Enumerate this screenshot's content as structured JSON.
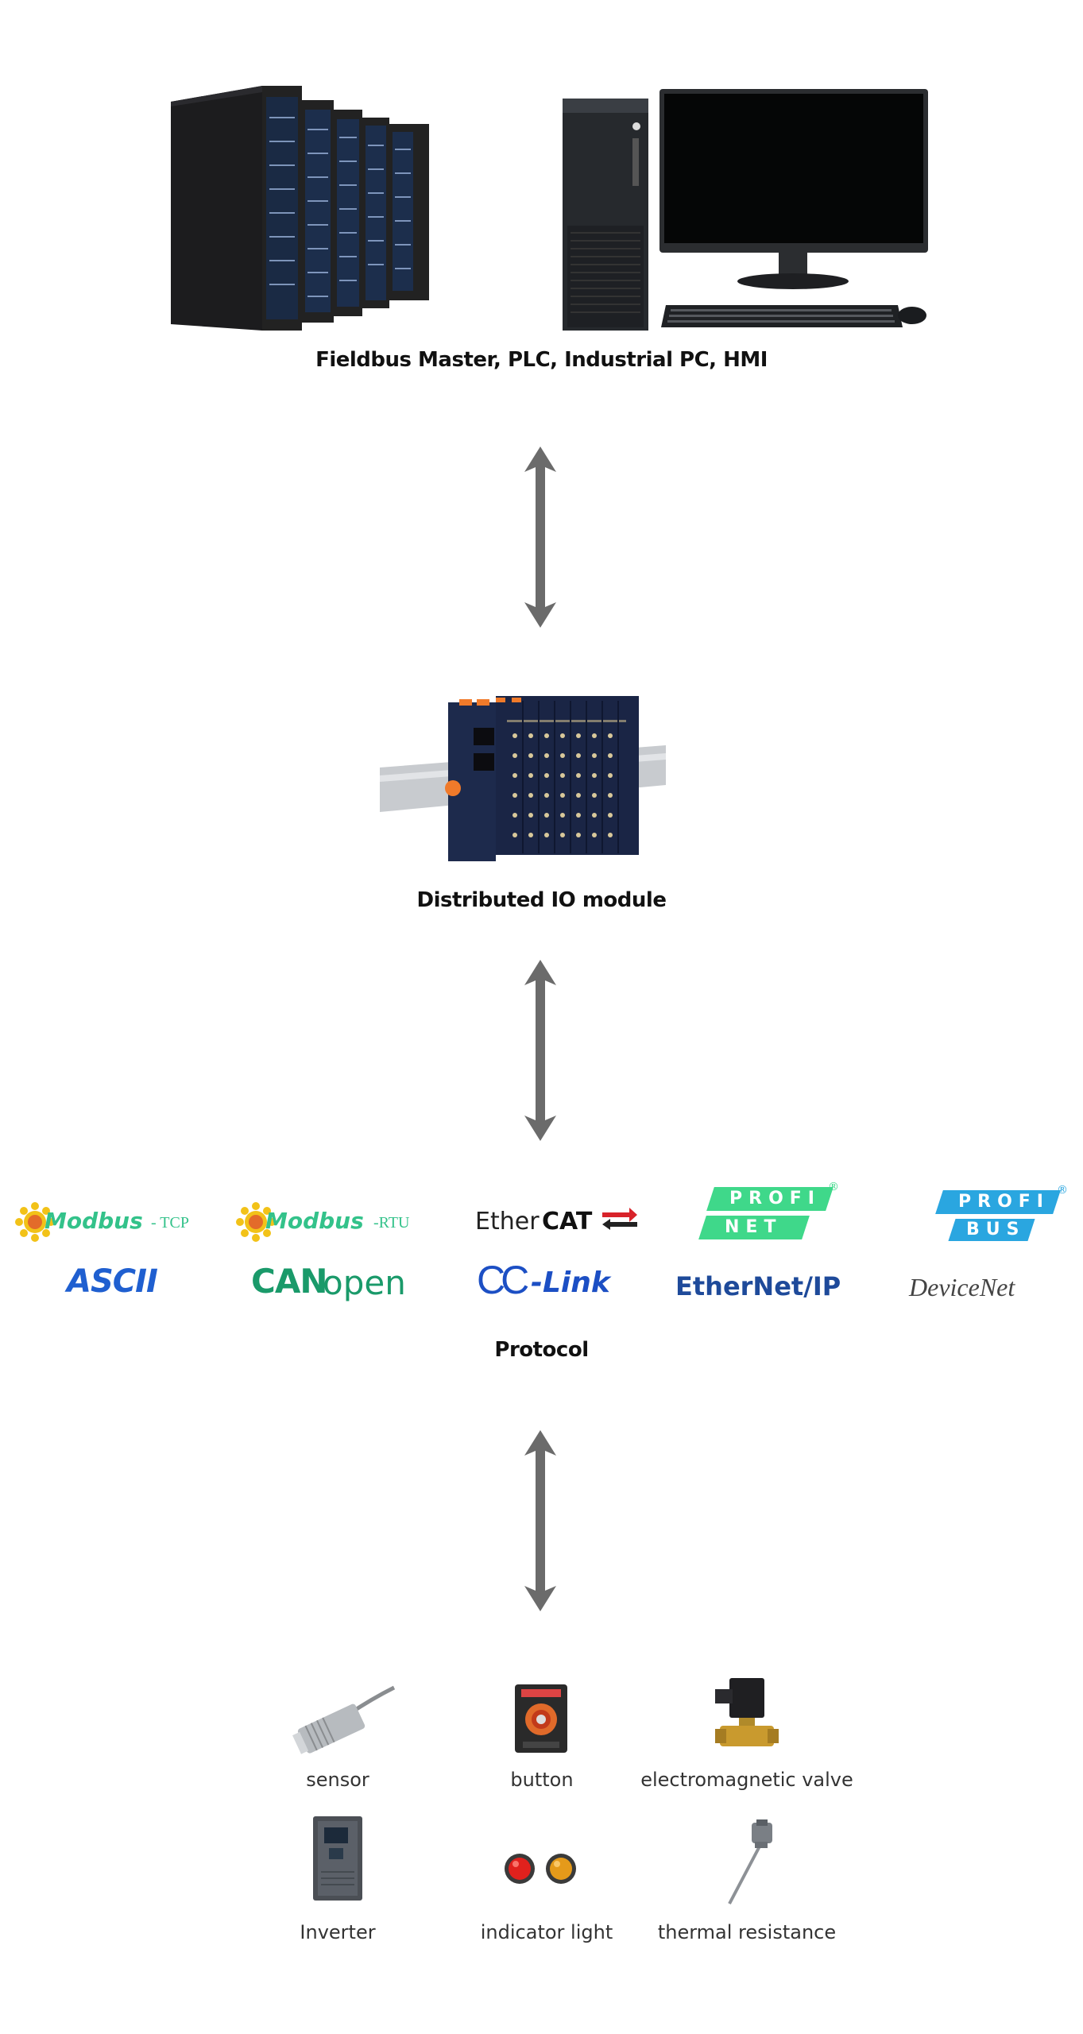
{
  "stages": {
    "master_label": "Fieldbus Master, PLC, Industrial PC, HMI",
    "io_label": "Distributed IO module",
    "protocol_label": "Protocol"
  },
  "protocols": {
    "modbus_tcp": "Modbus",
    "modbus_tcp_suffix": "- TCP",
    "modbus_rtu": "Modbus",
    "modbus_rtu_suffix": "-RTU",
    "ethercat_a": "Ether",
    "ethercat_b": "CAT",
    "profinet_a": "PROFI",
    "profinet_b": "NET",
    "profibus_a": "PROFI",
    "profibus_b": "BUS",
    "ascii": "ASCII",
    "canopen_a": "CAN",
    "canopen_b": "open",
    "cclink_a": "CC",
    "cclink_b": "-Link",
    "ethernetip": "EtherNet/IP",
    "devicenet": "DeviceNet"
  },
  "devices": {
    "sensor": "sensor",
    "button": "button",
    "valve": "electromagnetic valve",
    "inverter": "Inverter",
    "indicator": "indicator light",
    "thermal": "thermal resistance"
  },
  "colors": {
    "arrow": "#6b6b6b",
    "modbus_green": "#33c28a",
    "ethercat_red": "#d8232a",
    "profinet_green": "#3fd88a",
    "profibus_blue": "#2aa6e0",
    "ascii_blue": "#1f5fd0",
    "canopen_green": "#1a9a6a",
    "cclink_blue": "#1c4fc4",
    "ethernetip_blue": "#1e4a9a"
  }
}
